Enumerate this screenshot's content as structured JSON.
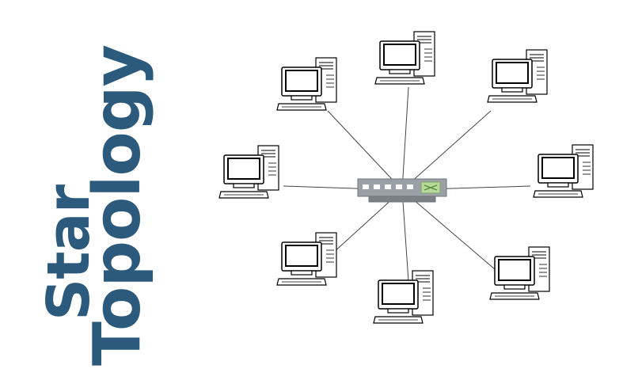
{
  "title": {
    "line1": "Star",
    "line2": "Topology"
  },
  "colors": {
    "title": "#2c5a7c",
    "hub_body": "#9aa0a6",
    "hub_port": "#ffffff",
    "hub_led_panel": "#b7d89a",
    "hub_led_mark": "#4f8a3a",
    "link": "#444444",
    "device_stroke": "#000000",
    "device_fill": "#ffffff"
  },
  "diagram": {
    "center": "hub",
    "hub_port_count": 5,
    "hub_icon": "network-hub-icon",
    "computer_icon": "desktop-computer-icon",
    "computer_count": 8,
    "computers": [
      {
        "id": "top"
      },
      {
        "id": "top-right"
      },
      {
        "id": "right"
      },
      {
        "id": "bottom-right"
      },
      {
        "id": "bottom"
      },
      {
        "id": "bottom-left"
      },
      {
        "id": "left"
      },
      {
        "id": "top-left"
      }
    ]
  }
}
